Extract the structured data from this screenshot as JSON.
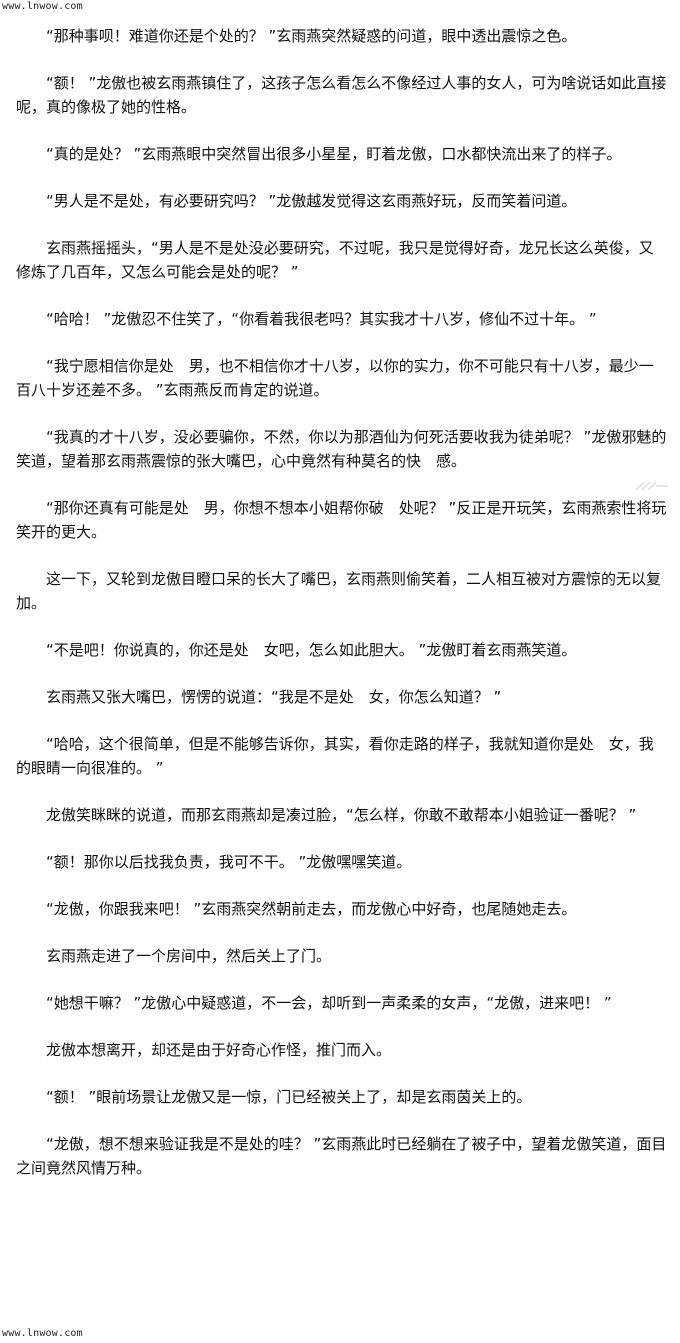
{
  "watermark": {
    "top": "www.lnwow.com",
    "bottom": "www.lnwow.com"
  },
  "paragraphs": [
    "“那种事呗！难道你还是个处的？ ”玄雨燕突然疑惑的问道，眼中透出震惊之色。",
    "“额！ ”龙傲也被玄雨燕镇住了，这孩子怎么看怎么不像经过人事的女人，可为啥说话如此直接呢，真的像极了她的性格。",
    "“真的是处？ ”玄雨燕眼中突然冒出很多小星星，盯着龙傲，口水都快流出来了的样子。",
    "“男人是不是处，有必要研究吗？ ”龙傲越发觉得这玄雨燕好玩，反而笑着问道。",
    "玄雨燕摇摇头，“男人是不是处没必要研究，不过呢，我只是觉得好奇，龙兄长这么英俊，又修炼了几百年，又怎么可能会是处的呢？ ”",
    "“哈哈！ ”龙傲忍不住笑了，“你看着我很老吗？其实我才十八岁，修仙不过十年。 ”",
    "“我宁愿相信你是处　男，也不相信你才十八岁，以你的实力，你不可能只有十八岁，最少一百八十岁还差不多。 ”玄雨燕反而肯定的说道。",
    "“我真的才十八岁，没必要骗你，不然，你以为那酒仙为何死活要收我为徒弟呢？ ”龙傲邪魅的笑道，望着那玄雨燕震惊的张大嘴巴，心中竟然有种莫名的快　感。",
    "“那你还真有可能是处　男，你想不想本小姐帮你破　处呢？ ”反正是开玩笑，玄雨燕索性将玩笑开的更大。",
    "这一下，又轮到龙傲目瞪口呆的长大了嘴巴，玄雨燕则偷笑着，二人相互被对方震惊的无以复加。",
    "“不是吧！你说真的，你还是处　女吧，怎么如此胆大。 ”龙傲盯着玄雨燕笑道。",
    "玄雨燕又张大嘴巴，愣愣的说道：“我是不是处　女，你怎么知道？ ”",
    "“哈哈，这个很简单，但是不能够告诉你，其实，看你走路的样子，我就知道你是处　女，我的眼睛一向很准的。 ”",
    "龙傲笑眯眯的说道，而那玄雨燕却是凑过脸，“怎么样，你敢不敢帮本小姐验证一番呢？ ”",
    "“额！那你以后找我负责，我可不干。 ”龙傲嘿嘿笑道。",
    "“龙傲，你跟我来吧！ ”玄雨燕突然朝前走去，而龙傲心中好奇，也尾随她走去。",
    "玄雨燕走进了一个房间中，然后关上了门。",
    "“她想干嘛？ ”龙傲心中疑惑道，不一会，却听到一声柔柔的女声，“龙傲，进来吧！ ”",
    "龙傲本想离开，却还是由于好奇心作怪，推门而入。",
    "“额！ ”眼前场景让龙傲又是一惊，门已经被关上了，却是玄雨茵关上的。",
    "“龙傲，想不想来验证我是不是处的哇？ ”玄雨燕此时已经躺在了被子中，望着龙傲笑道，面目之间竟然风情万种。"
  ]
}
